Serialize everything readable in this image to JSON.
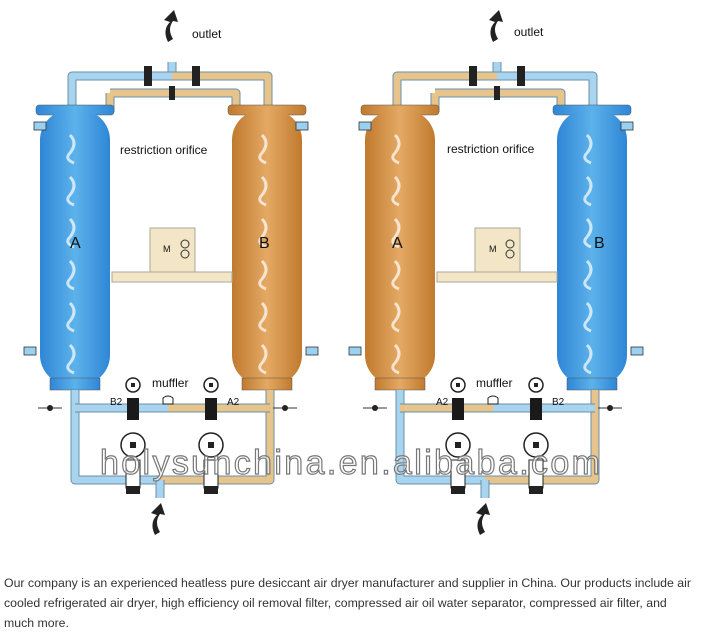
{
  "colors": {
    "blue": "#3f9be0",
    "blue_light": "#7cc3f0",
    "orange": "#cf8a3c",
    "orange_light": "#eab574",
    "pipe_blue": "#a8d4ef",
    "pipe_tan": "#e6c48c"
  },
  "panels": [
    {
      "outlet": "outlet",
      "orifice": "restriction orifice",
      "muffler": "muffler",
      "vessel_left": "A",
      "vessel_right": "B",
      "controller": "M",
      "valve_left": "B2",
      "valve_right": "A2",
      "left_color": "blue",
      "right_color": "orange"
    },
    {
      "outlet": "outlet",
      "orifice": "restriction orifice",
      "muffler": "muffler",
      "vessel_left": "A",
      "vessel_right": "B",
      "controller": "M",
      "valve_left": "A2",
      "valve_right": "B2",
      "left_color": "orange",
      "right_color": "blue"
    }
  ],
  "watermark": "holysunchina.en.alibaba.com",
  "description": "Our company is an experienced heatless pure desiccant air dryer manufacturer and supplier in China. Our products include air cooled refrigerated air dryer, high efficiency oil removal filter, compressed air oil water separator, compressed air filter, and much more."
}
